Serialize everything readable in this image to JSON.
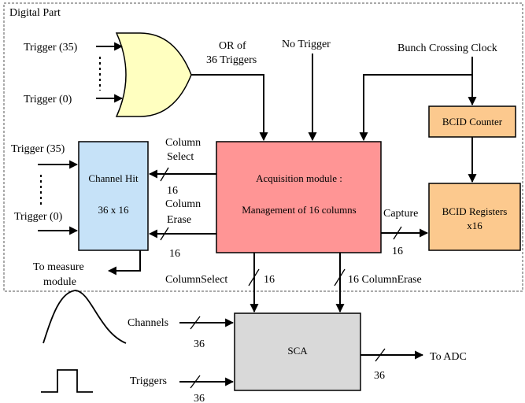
{
  "region": {
    "label": "Digital Part"
  },
  "or_gate": {
    "inputs": {
      "top": "Trigger (35)",
      "bottom": "Trigger (0)"
    },
    "output_label": [
      "OR of",
      "36 Triggers"
    ]
  },
  "no_trigger": "No Trigger",
  "clock": "Bunch Crossing Clock",
  "channel_hit": {
    "title": "Channel Hit",
    "size": "36 x 16",
    "inputs": {
      "top": "Trigger (35)",
      "bottom": "Trigger (0)"
    },
    "output": [
      "To measure",
      "module"
    ]
  },
  "acquisition": {
    "line1": "Acquisition module :",
    "line2": "Management of 16 columns"
  },
  "column_select": {
    "label": [
      "Column",
      "Select"
    ],
    "bus": "16"
  },
  "column_erase": {
    "label": [
      "Column",
      "Erase"
    ],
    "bus": "16"
  },
  "bcid_counter": "BCID Counter",
  "bcid_registers": {
    "title": "BCID Registers",
    "count": "x16"
  },
  "capture": {
    "label": "Capture",
    "bus": "16"
  },
  "bottom_buses": {
    "select": {
      "label": "ColumnSelect",
      "bus": "16"
    },
    "erase": {
      "label": "16 ColumnErase"
    }
  },
  "sca": {
    "title": "SCA",
    "channels": {
      "label": "Channels",
      "bus": "36"
    },
    "triggers": {
      "label": "Triggers",
      "bus": "36"
    },
    "output": {
      "label": "To ADC",
      "bus": "36"
    }
  },
  "colors": {
    "or_gate": "#ffffc0",
    "channel_hit": "#c6e2f8",
    "acquisition": "#ff9595",
    "bcid": "#fcc98e",
    "sca": "#d9d9d9"
  }
}
